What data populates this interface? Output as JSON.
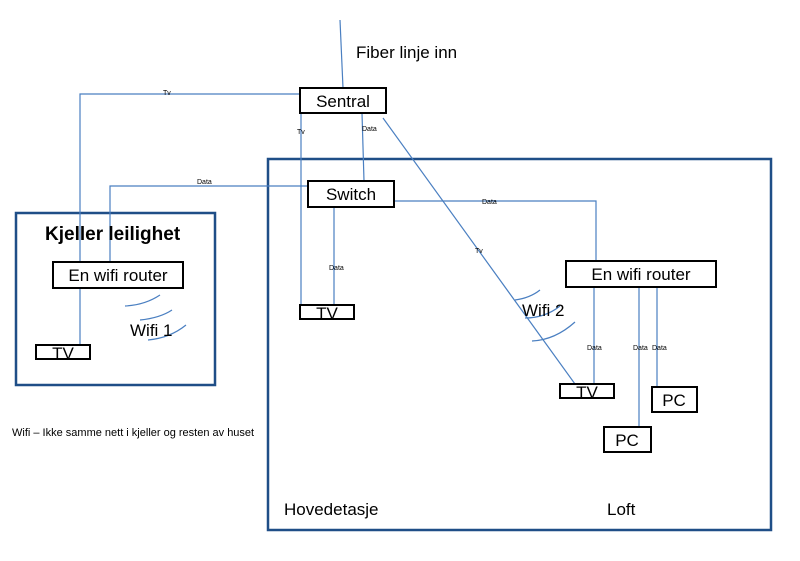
{
  "top_label": "Fiber linje inn",
  "regions": {
    "basement_title": "Kjeller leilighet",
    "main_floor": "Hovedetasje",
    "loft": "Loft"
  },
  "nodes": {
    "central": "Sentral",
    "switch": "Switch",
    "basement_router": "En wifi router",
    "basement_tv": "TV",
    "main_tv": "TV",
    "loft_router": "En wifi router",
    "loft_tv": "TV",
    "pc_top": "PC",
    "pc_bottom": "PC"
  },
  "wifi": {
    "wifi1": "Wifi 1",
    "wifi2": "Wifi 2"
  },
  "edges": {
    "tv_central_to_basement": "Tv",
    "tv_central_to_main_tv": "Tv",
    "data_central_to_switch": "Data",
    "data_switch_to_basement": "Data",
    "data_switch_to_loft": "Data",
    "data_switch_to_main_tv": "Data",
    "tv_central_to_loft_tv": "Tv",
    "data_router_to_loft_tv": "Data",
    "data_router_to_pc_bottom": "Data",
    "data_router_to_pc_top": "Data"
  },
  "note": "Wifi – Ikke samme nett i kjeller og resten av huset"
}
